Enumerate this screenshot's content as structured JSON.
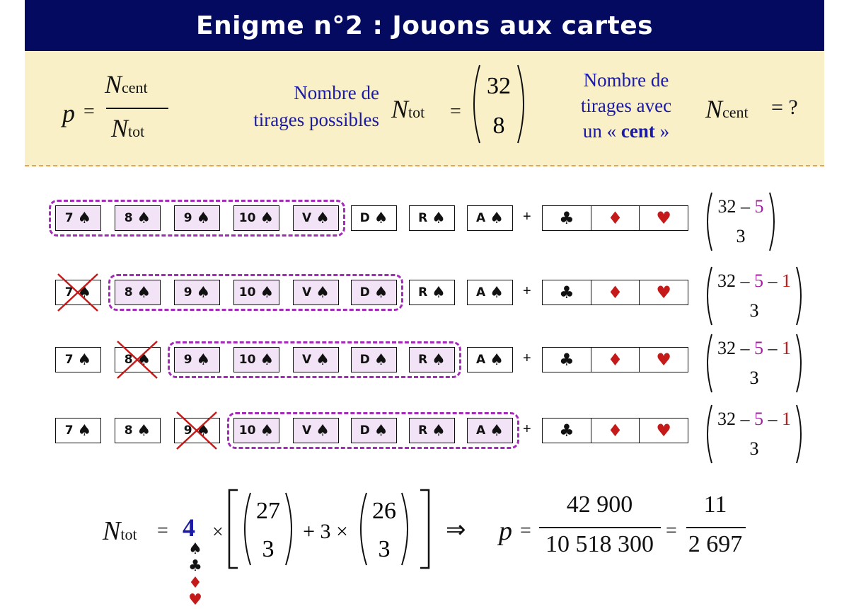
{
  "title": "Enigme n°2 : Jouons aux cartes",
  "formula": {
    "p_var": "p",
    "equals": "=",
    "N": "N",
    "cent_sub": "cent",
    "tot_sub": "tot",
    "label_possibles_line1": "Nombre de",
    "label_possibles_line2": "tirages possibles",
    "binom_top": "32",
    "binom_bottom": "8",
    "label_cent_line1": "Nombre de",
    "label_cent_line2": "tirages avec",
    "label_cent_line3_pre": "un « ",
    "label_cent_line3_bold": "cent",
    "label_cent_line3_post": " »",
    "ncent_eq": "= ?"
  },
  "colors": {
    "title_bg": "#040a60",
    "band_bg": "#faf0c8",
    "group_border": "#a42ab8",
    "blue": "#1a1aa6",
    "magenta": "#a020a0",
    "red": "#c41a1a"
  },
  "cards": [
    "7",
    "8",
    "9",
    "10",
    "V",
    "D",
    "R",
    "A"
  ],
  "suit_icons": {
    "spade": "♠",
    "club": "♣",
    "diamond": "♦",
    "heart": "♥"
  },
  "plus": "+",
  "rows": [
    {
      "binom_top_a": "32 – ",
      "binom_top_b": "5",
      "binom_top_c": "",
      "binom_top_d": "",
      "binom_bottom": "3"
    },
    {
      "binom_top_a": "32 – ",
      "binom_top_b": "5",
      "binom_top_c": " – ",
      "binom_top_d": "1",
      "binom_bottom": "3"
    },
    {
      "binom_top_a": "32 – ",
      "binom_top_b": "5",
      "binom_top_c": " – ",
      "binom_top_d": "1",
      "binom_bottom": "3"
    },
    {
      "binom_top_a": "32 – ",
      "binom_top_b": "5",
      "binom_top_c": " – ",
      "binom_top_d": "1",
      "binom_bottom": "3"
    }
  ],
  "final": {
    "N": "N",
    "tot_sub": "tot",
    "eq": "=",
    "four": "4",
    "times": "×",
    "b1_top": "27",
    "b1_bottom": "3",
    "plus3": "+ 3 ×",
    "b2_top": "26",
    "b2_bottom": "3",
    "implies": "⇒",
    "p": "p",
    "num": "42 900",
    "den": "10 518 300",
    "num2": "11",
    "den2": "2 697"
  }
}
